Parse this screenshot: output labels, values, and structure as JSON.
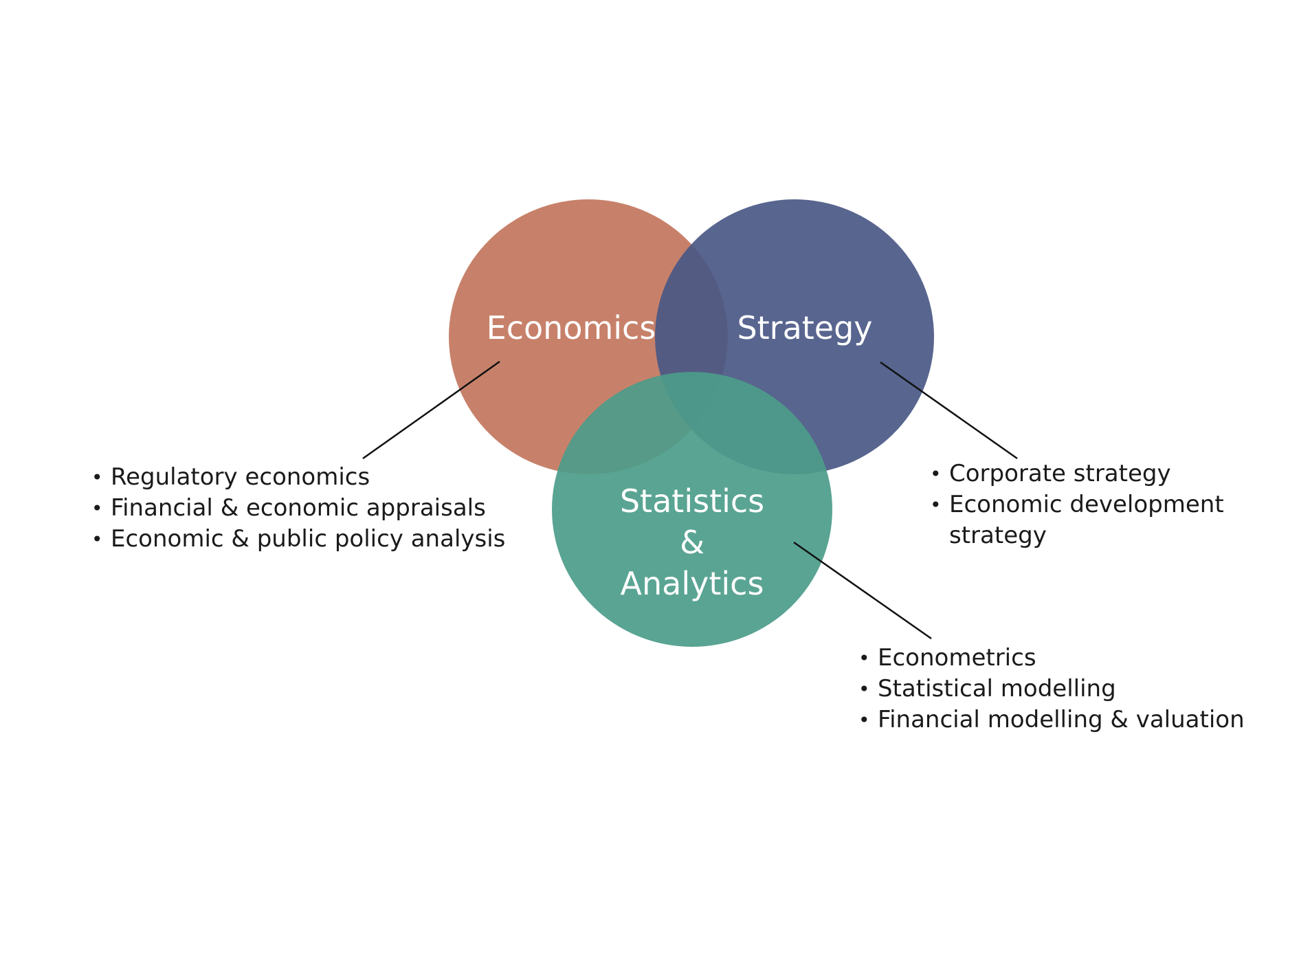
{
  "colors": {
    "economics": "#c47a62",
    "strategy": "#4a5886",
    "statistics": "#4c9c8a",
    "connector_line": "#111111",
    "background": "#ffffff"
  },
  "circles": {
    "economics": {
      "label": "Economics"
    },
    "strategy": {
      "label": "Strategy"
    },
    "statistics": {
      "label_lines": [
        "Statistics",
        "&",
        "Analytics"
      ]
    }
  },
  "lists": {
    "economics": [
      "Regulatory economics",
      "Financial & economic appraisals",
      "Economic & public policy analysis"
    ],
    "strategy": [
      "Corporate strategy",
      "Economic development strategy"
    ],
    "statistics": [
      "Econometrics",
      "Statistical modelling",
      "Financial modelling & valuation"
    ]
  }
}
